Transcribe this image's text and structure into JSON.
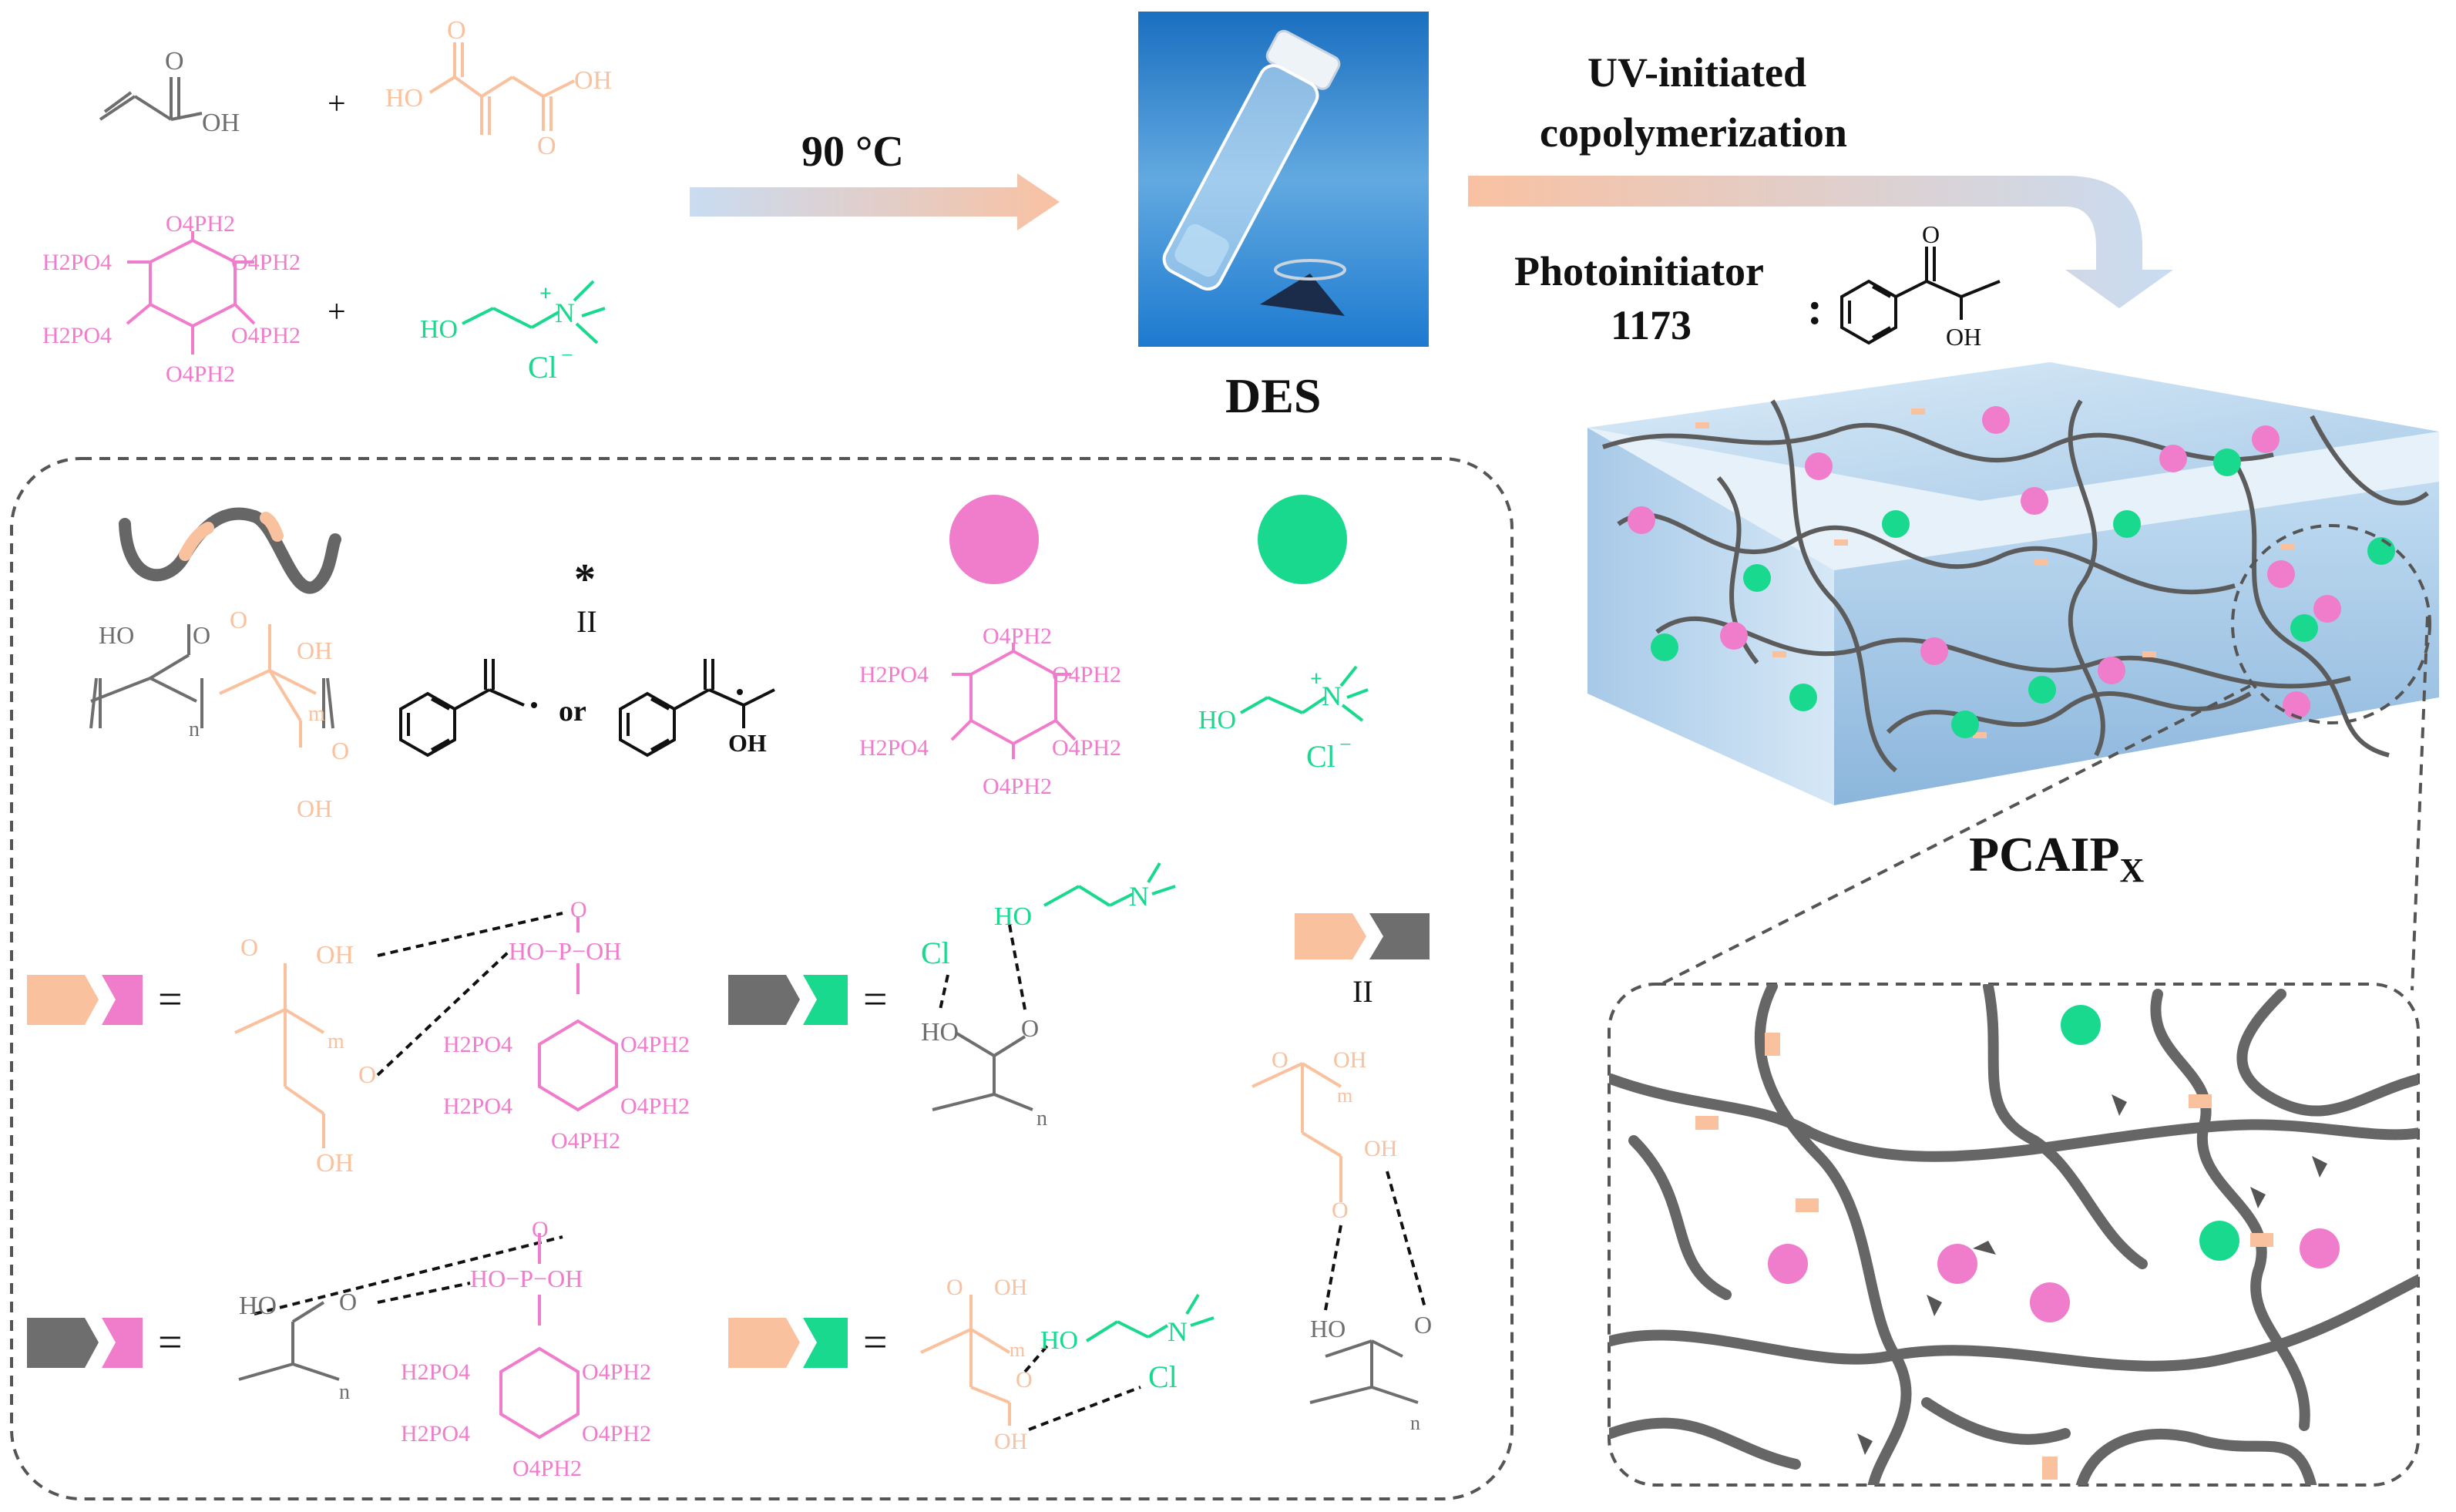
{
  "colors": {
    "gray": "#6e6e6e",
    "orange": "#f9c19e",
    "pink": "#f07ccc",
    "green": "#19d98f",
    "black": "#111111",
    "arrow_start": "#c9dcf2",
    "arrow_end": "#f9c1a2",
    "gel_blue": "#bcd7ee"
  },
  "reactants": {
    "acrylic_acid": {
      "oh": "OH",
      "o": "O"
    },
    "itaconic_acid": {
      "ho": "HO",
      "oh": "OH",
      "o": "O"
    },
    "phytic_acid": {
      "top": "O4PH2",
      "left_top": "H2PO4",
      "right_top": "O4PH2",
      "left_bottom": "H2PO4",
      "right_bottom": "O4PH2",
      "bottom": "O4PH2"
    },
    "choline_chloride": {
      "ho": "HO",
      "n": "N",
      "plus": "+",
      "cl": "Cl",
      "minus": "−"
    },
    "plus": "+"
  },
  "step1": {
    "label": "90 °C"
  },
  "des": {
    "label": "DES"
  },
  "step2": {
    "line1": "UV-initiated",
    "line2": "copolymerization"
  },
  "photoinitiator": {
    "line1": "Photoinitiator",
    "line2": "1173",
    "colon": ":",
    "o": "O",
    "oh": "OH"
  },
  "product": {
    "label": "PCAIP",
    "subscript": "X"
  },
  "legend": {
    "star": "*",
    "equals": "II",
    "or": "or",
    "polymer": {
      "ho": "HO",
      "o": "O",
      "oh": "OH",
      "n": "n",
      "m": "m"
    },
    "radical_oh": "OH"
  },
  "interactions": {
    "eq": "=",
    "ho_p_oh": "HO−P−OH",
    "o": "O",
    "oh": "OH",
    "ho": "HO",
    "m": "m",
    "n": "n",
    "cl": "Cl",
    "parallel": "II"
  },
  "icons": [
    "vial-photo-icon",
    "polymer-chain-icon",
    "phytic-acid-dot-icon",
    "choline-dot-icon",
    "hydrogel-block-icon",
    "network-zoom-icon"
  ]
}
